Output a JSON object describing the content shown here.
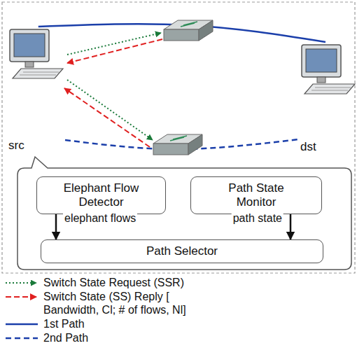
{
  "diagram": {
    "nodes": [
      {
        "text": [
          "src"
        ]
      },
      {
        "text": [
          "dst"
        ]
      },
      {
        "text": [
          "Elephant Flow Detector"
        ]
      },
      {
        "text": [
          "Path State Monitor"
        ]
      },
      {
        "text": [
          "Path Selector"
        ]
      }
    ],
    "edges": [
      {
        "from": 0,
        "to": 1,
        "arrow": "none"
      },
      {
        "from": 0,
        "to": 1,
        "arrow": "none"
      },
      {
        "from": 2,
        "to": 4,
        "arrow": "to",
        "label": "elephant flows"
      },
      {
        "from": 3,
        "to": 4,
        "arrow": "to",
        "label": "path state"
      }
    ],
    "legend": [
      {
        "text": "Switch State Request (SSR)"
      },
      {
        "text": "Switch State (SS) Reply [ Bandwidth, Cl; # of flows, Nl]"
      },
      {
        "text": "1st Path"
      },
      {
        "text": "2nd Path"
      }
    ]
  }
}
